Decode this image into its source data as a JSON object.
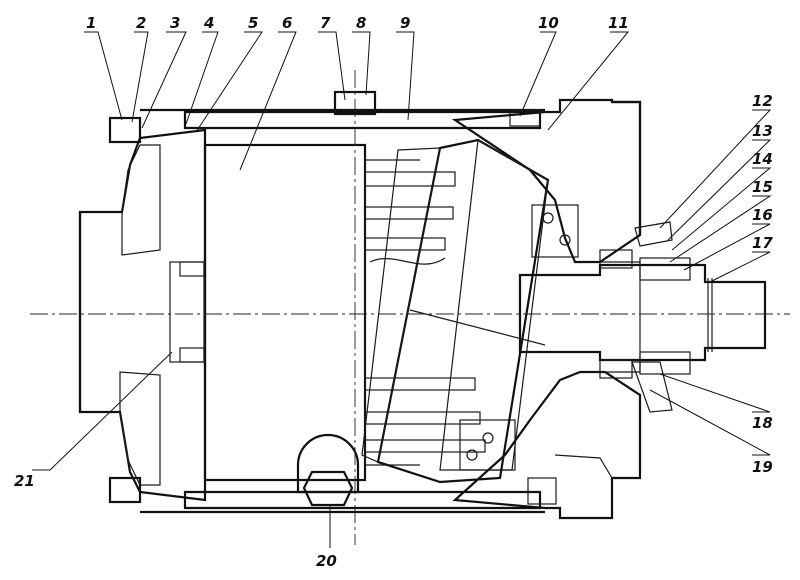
{
  "colors": {
    "ink": "#111111",
    "paper": "#ffffff"
  },
  "callouts": [
    "1",
    "2",
    "3",
    "4",
    "5",
    "6",
    "7",
    "8",
    "9",
    "10",
    "11",
    "12",
    "13",
    "14",
    "15",
    "16",
    "17",
    "18",
    "19",
    "20",
    "21"
  ]
}
